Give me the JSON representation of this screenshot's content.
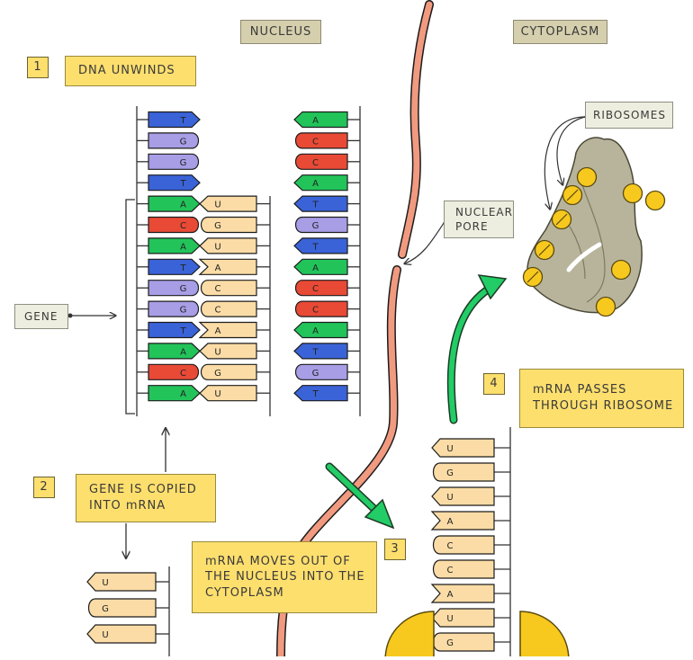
{
  "labels": {
    "nucleus": "NUCLEUS",
    "cytoplasm": "CYTOPLASM",
    "ribosomes": "RIBOSOMES",
    "nuclear_pore": "NUCLEAR PORE",
    "gene": "GENE"
  },
  "steps": [
    {
      "number": "1",
      "text": "DNA UNWINDS"
    },
    {
      "number": "2",
      "text": "GENE IS COPIED INTO mRNA"
    },
    {
      "number": "3",
      "text": "mRNA MOVES OUT OF THE NUCLEUS INTO THE CYTOPLASM"
    },
    {
      "number": "4",
      "text": "mRNA PASSES THROUGH RIBOSOME"
    }
  ],
  "dna_left_strand": [
    "T",
    "G",
    "G",
    "T",
    "A",
    "C",
    "A",
    "T",
    "G",
    "G",
    "T",
    "A",
    "C",
    "A"
  ],
  "dna_right_strand": [
    "A",
    "C",
    "C",
    "A",
    "T",
    "G",
    "T",
    "A",
    "C",
    "C",
    "A",
    "T",
    "G",
    "T"
  ],
  "mrna_on_gene": [
    "U",
    "G",
    "U",
    "A",
    "C",
    "C",
    "A",
    "U",
    "G",
    "U"
  ],
  "mrna_copy_bottom_left": [
    "U",
    "G",
    "U"
  ],
  "mrna_cytoplasm": [
    "U",
    "G",
    "U",
    "A",
    "C",
    "C",
    "A",
    "U",
    "G"
  ],
  "base_colors": {
    "T": "#3a63d8",
    "G": "#a79ee6",
    "A": "#22c45a",
    "C": "#e84a36",
    "U": "#fbdca6"
  },
  "colors": {
    "membrane": "#f19a80",
    "arrow": "#22cc66",
    "ribosome": "#f7c91e",
    "er": "#b8b49c",
    "label_yellow": "#fddf6e",
    "label_grey": "#d5cfad"
  }
}
